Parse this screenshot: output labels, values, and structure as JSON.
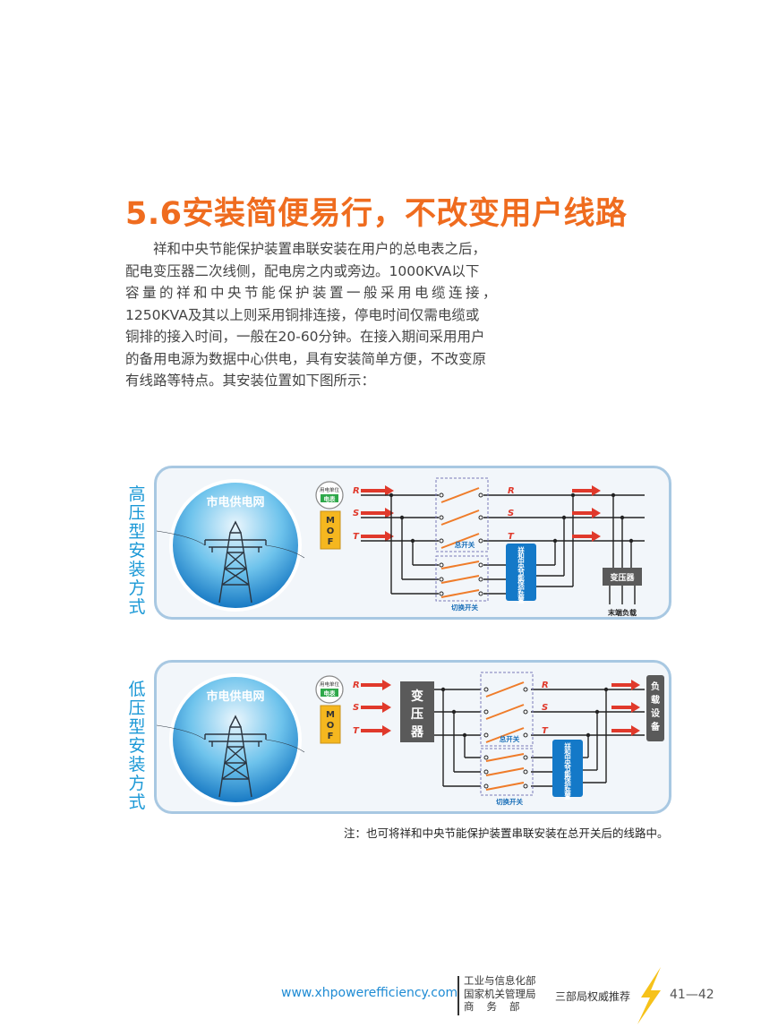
{
  "heading": "5.6安装简便易行，不改变用户线路",
  "body_lines": [
    "　　祥和中央节能保护装置串联安装在用户的总电表之后，",
    "配电变压器二次线侧，配电房之内或旁边。1000KVA以下",
    "容量的祥和中央节能保护装置一般采用电缆连接，",
    "1250KVA及其以上则采用铜排连接，停电时间仅需电缆或",
    "铜排的接入时间，一般在20-60分钟。在接入期间采用用户",
    "的备用电源为数据中心供电，具有安装简单方便，不改变原",
    "有线路等特点。其安装位置如下图所示："
  ],
  "diagram_high": {
    "side_title": "高压型安装方式",
    "grid_label": "市电供电网",
    "meter_top": "用电单位",
    "meter_bottom": "电表",
    "mof_label": "MOF",
    "phase_R": "R",
    "phase_S": "S",
    "phase_T": "T",
    "main_switch": "总开关",
    "transfer_switch": "切换开关",
    "device_label": "祥和中央节能保护装置",
    "transformer": "变压器",
    "end_load": "末端负载"
  },
  "diagram_low": {
    "side_title": "低压型安装方式",
    "grid_label": "市电供电网",
    "meter_top": "用电单位",
    "meter_bottom": "电表",
    "mof_label": "MOF",
    "transformer": "变压器",
    "phase_R": "R",
    "phase_S": "S",
    "phase_T": "T",
    "main_switch": "总开关",
    "transfer_switch": "切换开关",
    "device_label": "祥和中央节能保护装置",
    "load_label": "负载设备"
  },
  "note": "注：也可将祥和中央节能保护装置串联安装在总开关后的线路中。",
  "footer": {
    "url": "www.xhpowerefficiency.com",
    "org_1": "工业与信息化部",
    "org_2": "国家机关管理局",
    "org_3": "商务部",
    "recommend": "三部局权威推荐",
    "page": "41—42"
  },
  "colors": {
    "heading": "#ef6c1f",
    "accent_blue": "#1a98d6",
    "arrow_red": "#e0392b",
    "switch_orange": "#ef7c2a",
    "device_blue": "#1479c8",
    "transformer_gray": "#5a5a5a",
    "panel_border": "#a8c8e2"
  }
}
